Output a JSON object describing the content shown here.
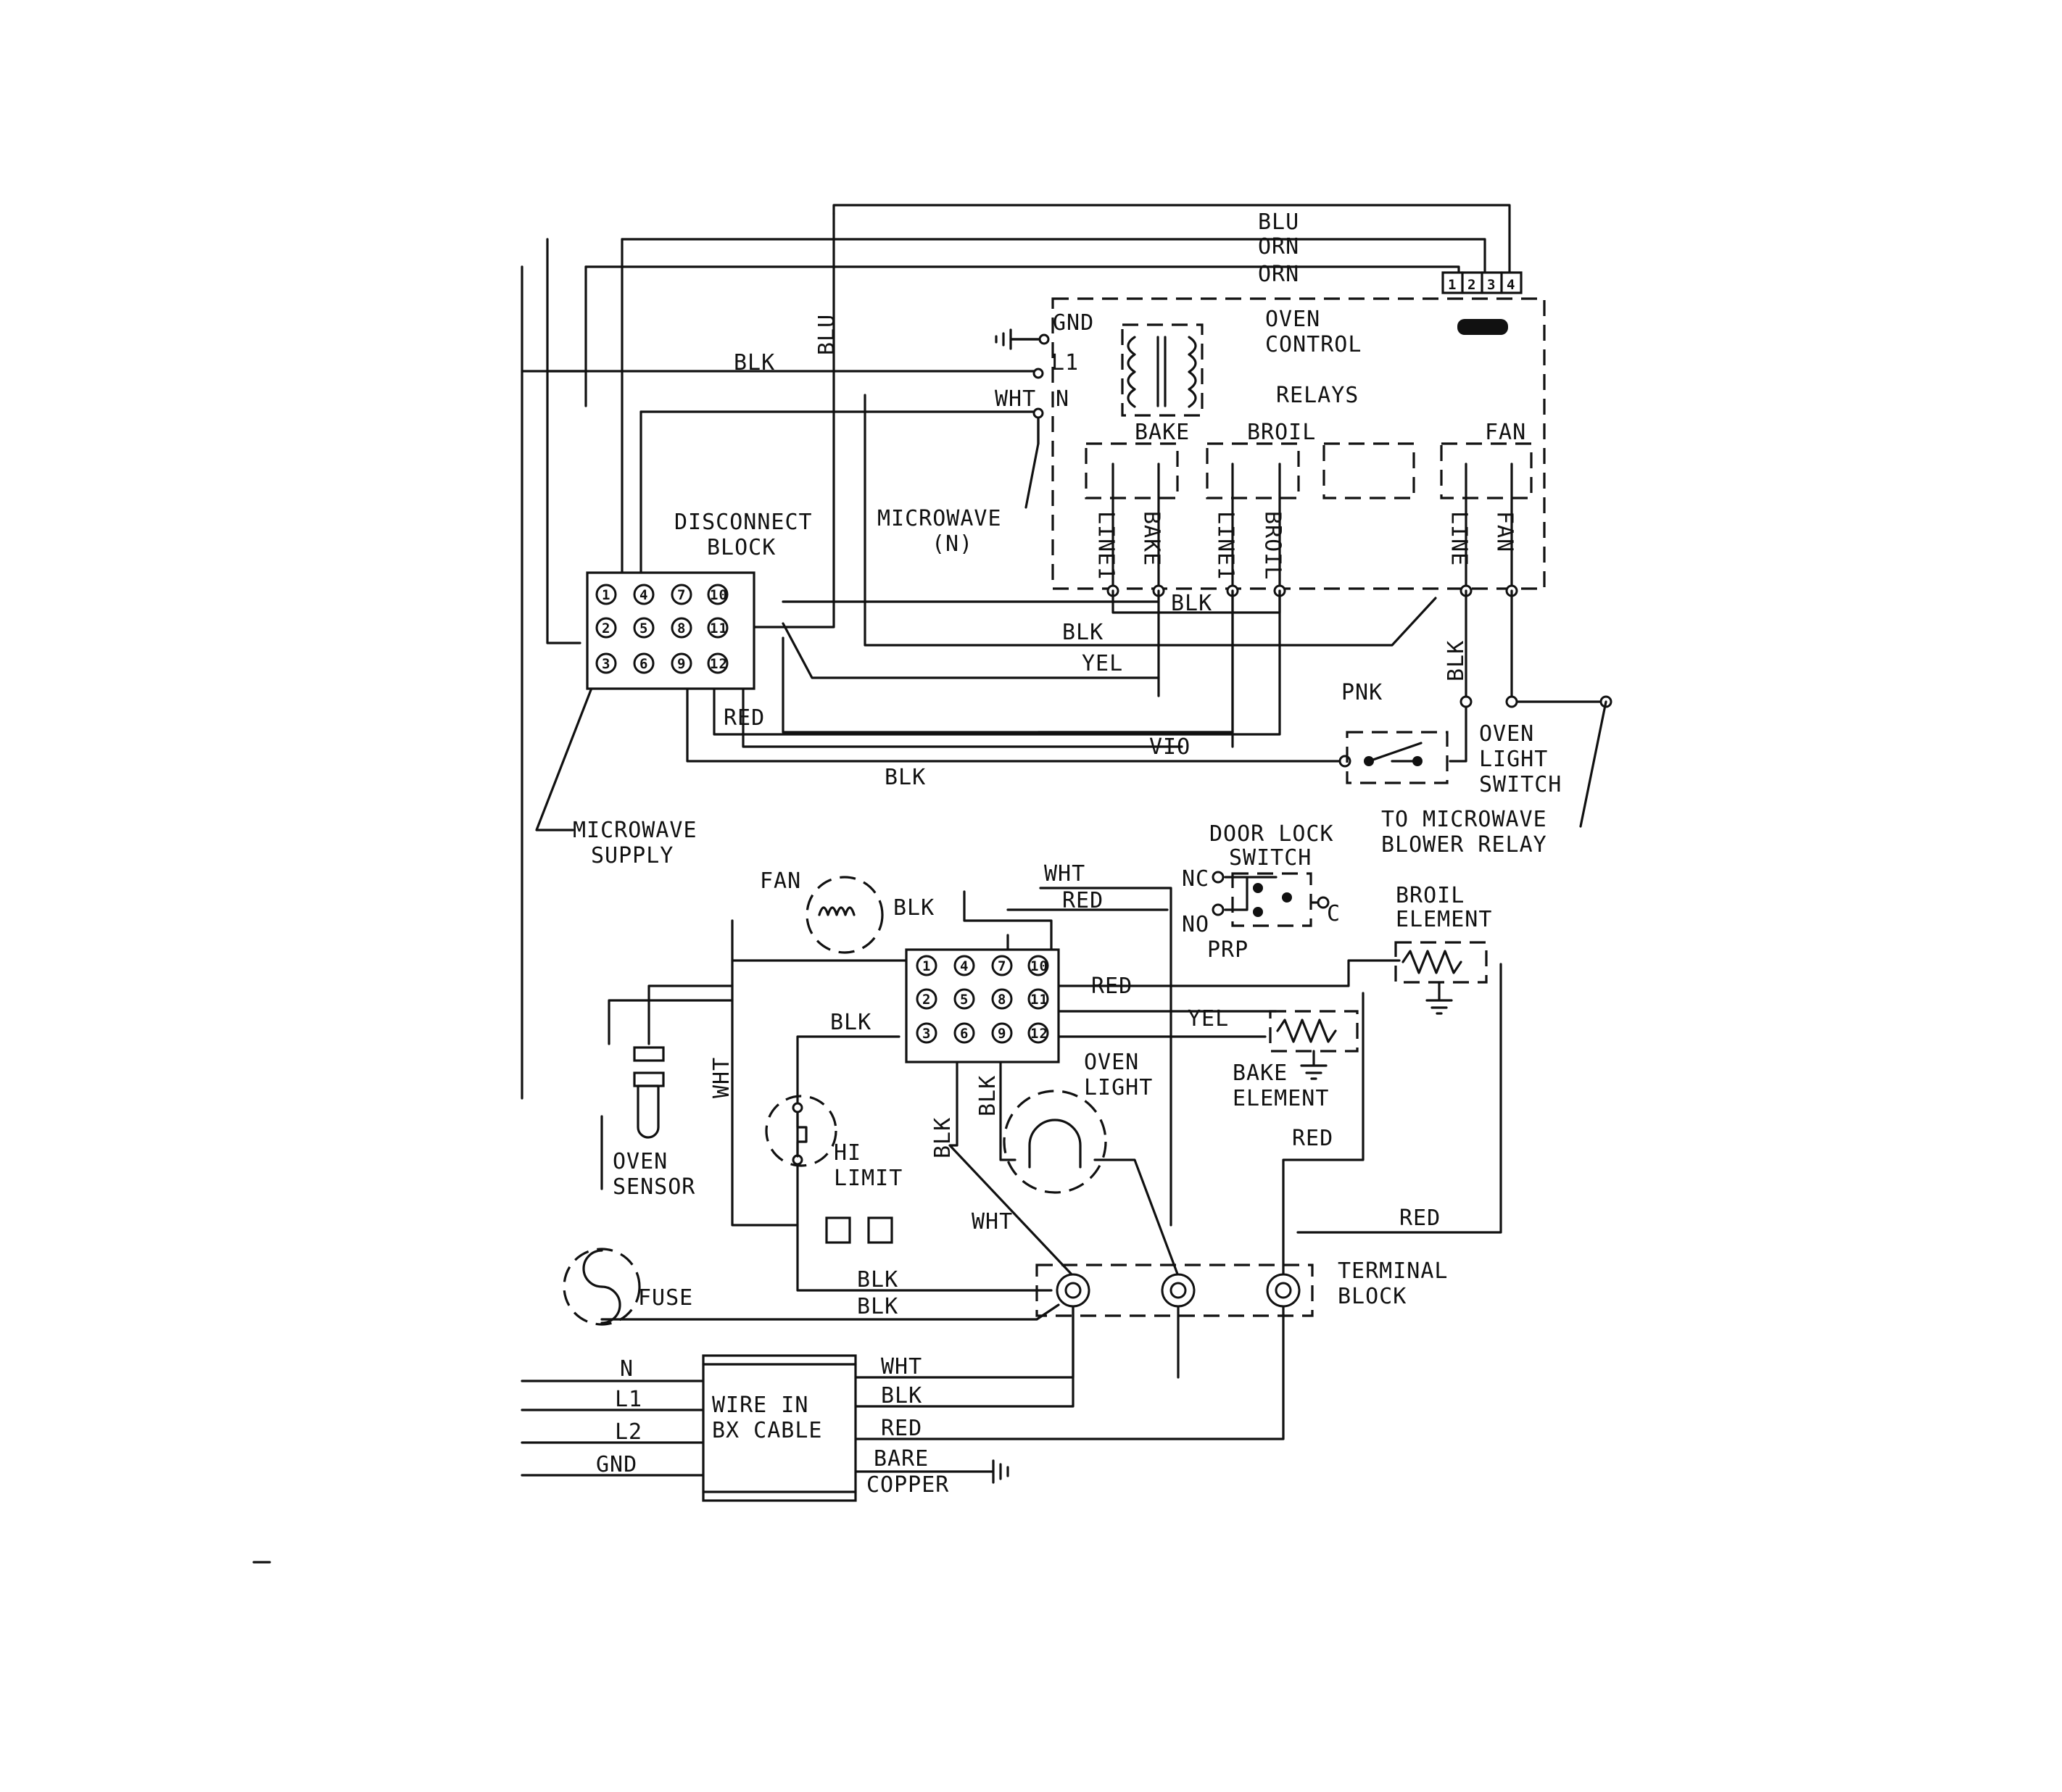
{
  "labels": {
    "blu_top": "BLU",
    "orn_1": "ORN",
    "orn_2": "ORN",
    "blu_vert": "BLU",
    "blk_top": "BLK",
    "gnd_ctrl": "GND",
    "l1_ctrl": "L1",
    "wht_n": "WHT",
    "n_ctrl": "N",
    "oven_control_1": "OVEN",
    "oven_control_2": "CONTROL",
    "relays": "RELAYS",
    "bake_relay": "BAKE",
    "broil_relay": "BROIL",
    "fan_relay": "FAN",
    "line1_a": "LINE1",
    "bake_side": "BAKE",
    "line1_b": "LINE1",
    "broil_side": "BROIL",
    "line_fan": "LINE",
    "fan_side": "FAN",
    "disconnect_1": "DISCONNECT",
    "disconnect_2": "BLOCK",
    "microwave_n_1": "MICROWAVE",
    "microwave_n_2": "(N)",
    "blk_relay": "BLK",
    "blk_mid": "BLK",
    "yel_mid": "YEL",
    "pnk": "PNK",
    "blk_vert_right": "BLK",
    "red_top": "RED",
    "vio": "VIO",
    "blk_bottom_top": "BLK",
    "oven_light_switch_1": "OVEN",
    "oven_light_switch_2": "LIGHT",
    "oven_light_switch_3": "SWITCH",
    "microwave_supply_1": "MICROWAVE",
    "microwave_supply_2": "SUPPLY",
    "to_mw_blower_1": "TO MICROWAVE",
    "to_mw_blower_2": "BLOWER RELAY",
    "door_lock_1": "DOOR LOCK",
    "door_lock_2": "SWITCH",
    "nc": "NC",
    "no": "NO",
    "c": "C",
    "fan_bottom": "FAN",
    "blk_fan": "BLK",
    "wht_top": "WHT",
    "red_top2": "RED",
    "prp": "PRP",
    "red_mid": "RED",
    "yel_bottom": "YEL",
    "blk_hi": "BLK",
    "wht_vert": "WHT",
    "broil_element_1": "BROIL",
    "broil_element_2": "ELEMENT",
    "bake_element_1": "BAKE",
    "bake_element_2": "ELEMENT",
    "oven_light_1": "OVEN",
    "oven_light_2": "LIGHT",
    "blk_vert_a": "BLK",
    "blk_vert_b": "BLK",
    "hi_limit_1": "HI",
    "hi_limit_2": "LIMIT",
    "oven_sensor_1": "OVEN",
    "oven_sensor_2": "SENSOR",
    "red_right_1": "RED",
    "red_right_2": "RED",
    "wht_low": "WHT",
    "blk_low_1": "BLK",
    "blk_low_2": "BLK",
    "fuse": "FUSE",
    "terminal_block_1": "TERMINAL",
    "terminal_block_2": "BLOCK",
    "n_in": "N",
    "l1_in": "L1",
    "l2_in": "L2",
    "gnd_in": "GND",
    "wire_in_1": "WIRE IN",
    "wire_in_2": "BX CABLE",
    "wht_bx": "WHT",
    "blk_bx": "BLK",
    "red_bx": "RED",
    "bare_1": "BARE",
    "bare_2": "COPPER"
  },
  "connector_pins": [
    "1",
    "4",
    "7",
    "10",
    "2",
    "5",
    "8",
    "11",
    "3",
    "6",
    "9",
    "12"
  ],
  "control_pins": [
    "1",
    "2",
    "3",
    "4"
  ]
}
